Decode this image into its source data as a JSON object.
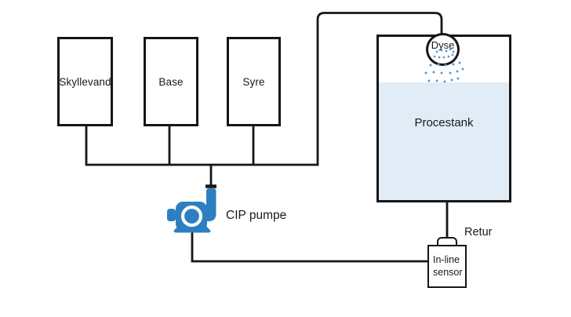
{
  "diagram_type": "CIP cleaning process flow diagram",
  "supply_tanks": [
    {
      "label": "Skyllevand"
    },
    {
      "label": "Base"
    },
    {
      "label": "Syre"
    }
  ],
  "process_tank": {
    "label": "Procestank"
  },
  "nozzle": {
    "label": "Dyse"
  },
  "pump": {
    "label": "CIP pumpe"
  },
  "return_line": {
    "label": "Retur"
  },
  "sensor": {
    "line1": "In-line",
    "line2": "sensor"
  },
  "colors": {
    "line": "#161616",
    "pump_blue": "#2e7fc1",
    "spray_blue": "#5b9bd5",
    "liquid_blue": "#e2ecf6",
    "background": "#ffffff"
  }
}
